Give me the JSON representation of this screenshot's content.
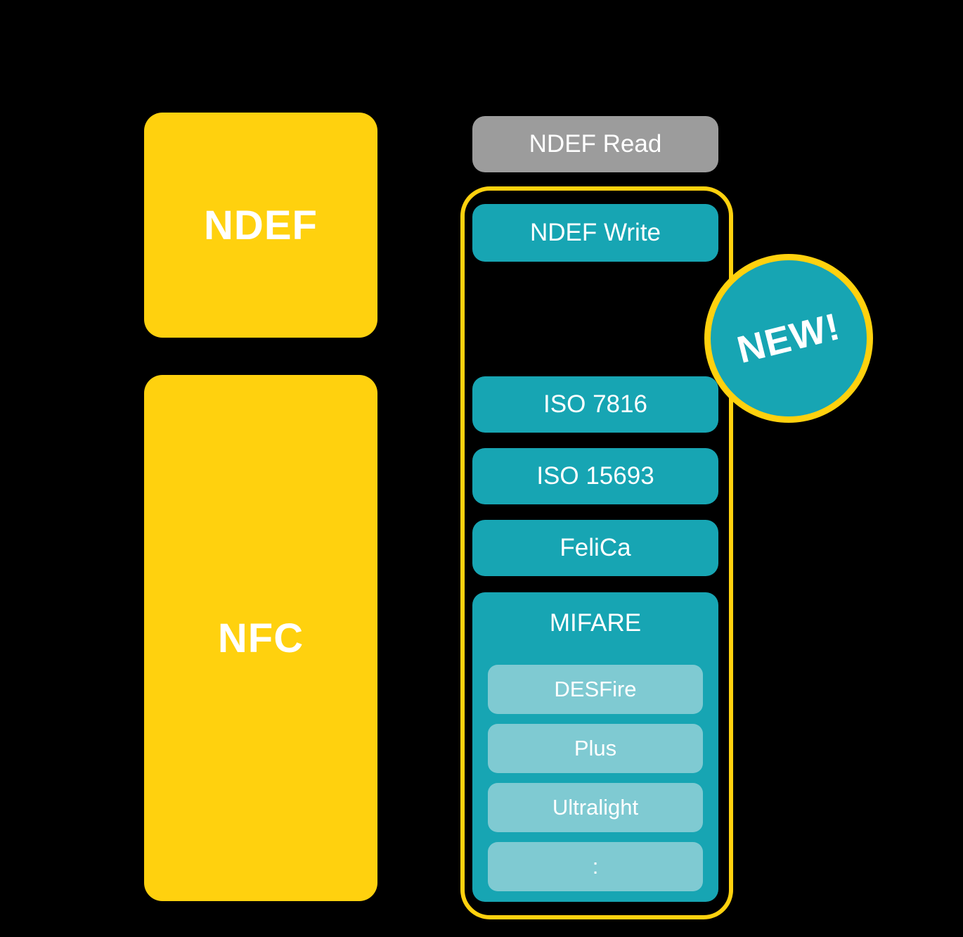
{
  "colors": {
    "background": "#000000",
    "yellow": "#FFD10E",
    "teal": "#17A5B3",
    "teal_light": "#7FCAD2",
    "gray": "#9C9C9C",
    "text": "#FFFFFF"
  },
  "left_column": {
    "ndef_box": {
      "label": "NDEF"
    },
    "nfc_box": {
      "label": "NFC"
    }
  },
  "right_column": {
    "ndef_read": {
      "label": "NDEF Read"
    },
    "core_nfc_group": {
      "ndef_write": {
        "label": "NDEF Write"
      },
      "iso_7816": {
        "label": "ISO 7816"
      },
      "iso_15693": {
        "label": "ISO 15693"
      },
      "felica": {
        "label": "FeliCa"
      },
      "mifare": {
        "label": "MIFARE",
        "items": [
          {
            "label": "DESFire"
          },
          {
            "label": "Plus"
          },
          {
            "label": "Ultralight"
          },
          {
            "label": ":"
          }
        ]
      }
    }
  },
  "badge": {
    "label": "NEW!"
  }
}
